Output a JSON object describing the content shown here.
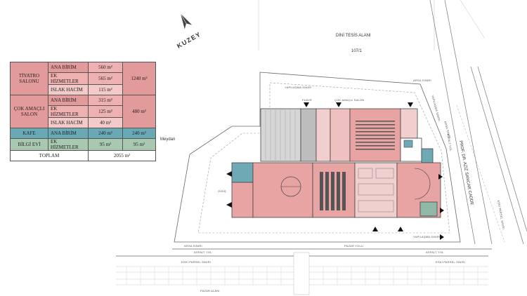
{
  "north": {
    "label": "KUZEY"
  },
  "site_labels": {
    "religious_area": "DİNİ TESİS ALANI",
    "parcel": "107/1",
    "street_name": "PROF. DR. AZİZ SANCAR CADDE",
    "square": "Meydan",
    "market_area": "PAZAR ALANI",
    "market_road": "PAZAR YOLU",
    "asphalt_road_left": "ASFALT YOL",
    "asphalt_road_right": "ASFALT YOL",
    "asphalt_road_vertical": "ASFALT YOL",
    "old_parcel_left": "ESKİ PARSEL SINIRI",
    "old_parcel_right": "ESKİ PARSEL SINIRI",
    "old_parcel_vertical": "ESKİ PARSEL SINIRI",
    "building_limit_top": "YAPILAŞMA SINIRI",
    "building_limit_bottom": "YAPILAŞMA SINIRI",
    "building_limit_right": "YAPILAŞMA SINIRI",
    "road_limit_top": "ARSA SINIRI",
    "road_limit_bottom": "ARSA SINIRI",
    "road_limit_right": "ARSA SINIRI",
    "multi_hall_label": "ÇOK AMAÇLI SALON",
    "foyer_label": "FUAYE",
    "entrance_label": "GİRİŞ"
  },
  "area_table": {
    "rows": [
      {
        "group": "TİYATRO SALONU",
        "item": "ANA BİRİM",
        "area": "560 m²",
        "total": "1240 m²"
      },
      {
        "group": "",
        "item": "EK HİZMETLER",
        "area": "565 m²",
        "total": ""
      },
      {
        "group": "",
        "item": "ISLAK HACİM",
        "area": "115 m²",
        "total": ""
      },
      {
        "group": "ÇOK AMAÇLI SALON",
        "item": "ANA BİRİM",
        "area": "315 m²",
        "total": "480 m²"
      },
      {
        "group": "",
        "item": "EK HİZMETLER",
        "area": "125 m²",
        "total": ""
      },
      {
        "group": "",
        "item": "ISLAK HACİM",
        "area": "40 m²",
        "total": ""
      },
      {
        "group": "KAFE",
        "item": "ANA BİRİM",
        "area": "240 m²",
        "total": "240 m²"
      },
      {
        "group": "BİLGİ EVİ",
        "item": "EK HİZMETLER",
        "area": "95 m²",
        "total": "95 m²"
      }
    ],
    "grand_total_label": "TOPLAM",
    "grand_total": "2055 m²"
  },
  "colors": {
    "theatre": "#e39a9a",
    "theatre_light": "#eeb0b0",
    "wet": "#f3c9c9",
    "cafe": "#69a9b6",
    "info_house": "#a8c8b0",
    "plan_pink": "#e8a3a3",
    "plan_light": "#f2cfcf",
    "plan_gray": "#cfcfcf",
    "plan_blue": "#6fa9b5",
    "plan_green": "#8fb8a8"
  }
}
